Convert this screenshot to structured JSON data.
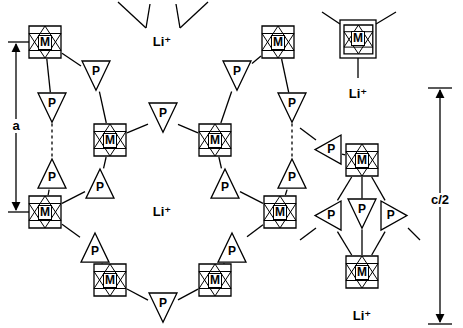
{
  "diagram": {
    "nodes": [
      {
        "text": [
          "M"
        ]
      },
      {
        "text": [
          "M"
        ]
      },
      {
        "text": [
          "P"
        ]
      },
      {
        "text": [
          "P"
        ]
      },
      {
        "text": [
          "P"
        ]
      },
      {
        "text": [
          "P"
        ]
      },
      {
        "text": [
          "P"
        ]
      },
      {
        "text": [
          "M"
        ]
      },
      {
        "text": [
          "M"
        ]
      },
      {
        "text": [
          "P"
        ]
      },
      {
        "text": [
          "P"
        ]
      },
      {
        "text": [
          "P"
        ]
      },
      {
        "text": [
          "P"
        ]
      },
      {
        "text": [
          "M"
        ]
      },
      {
        "text": [
          "M"
        ]
      },
      {
        "text": [
          "P"
        ]
      },
      {
        "text": [
          "P"
        ]
      },
      {
        "text": [
          "M"
        ]
      },
      {
        "text": [
          "M"
        ]
      },
      {
        "text": [
          "P"
        ]
      },
      {
        "text": [
          "M"
        ]
      },
      {
        "text": [
          "P"
        ]
      },
      {
        "text": [
          "M"
        ]
      },
      {
        "text": [
          "P"
        ]
      },
      {
        "text": [
          "P"
        ]
      },
      {
        "text": [
          "P"
        ]
      },
      {
        "text": [
          "M"
        ]
      }
    ],
    "edges": [
      {
        "from": 0,
        "to": 2,
        "arrow": "none"
      },
      {
        "from": 2,
        "to": 7,
        "arrow": "none"
      },
      {
        "from": 1,
        "to": 3,
        "arrow": "none"
      },
      {
        "from": 3,
        "to": 8,
        "arrow": "none"
      },
      {
        "from": 7,
        "to": 5,
        "arrow": "none"
      },
      {
        "from": 5,
        "to": 8,
        "arrow": "none"
      },
      {
        "from": 7,
        "to": 10,
        "arrow": "none"
      },
      {
        "from": 8,
        "to": 11,
        "arrow": "none"
      },
      {
        "from": 10,
        "to": 13,
        "arrow": "none"
      },
      {
        "from": 11,
        "to": 14,
        "arrow": "none"
      },
      {
        "from": 4,
        "to": 9,
        "arrow": "none"
      },
      {
        "from": 6,
        "to": 12,
        "arrow": "none"
      },
      {
        "from": 13,
        "to": 15,
        "arrow": "none"
      },
      {
        "from": 15,
        "to": 17,
        "arrow": "none"
      },
      {
        "from": 14,
        "to": 16,
        "arrow": "none"
      },
      {
        "from": 16,
        "to": 18,
        "arrow": "none"
      },
      {
        "from": 17,
        "to": 19,
        "arrow": "none"
      },
      {
        "from": 19,
        "to": 18,
        "arrow": "none"
      },
      {
        "from": 0,
        "to": 4,
        "arrow": "none"
      },
      {
        "from": 1,
        "to": 6,
        "arrow": "none"
      },
      {
        "from": 9,
        "to": 13,
        "arrow": "none"
      },
      {
        "from": 12,
        "to": 14,
        "arrow": "none"
      },
      {
        "from": 21,
        "to": 22,
        "arrow": "none"
      },
      {
        "from": 22,
        "to": 23,
        "arrow": "none"
      },
      {
        "from": 22,
        "to": 24,
        "arrow": "none"
      },
      {
        "from": 22,
        "to": 25,
        "arrow": "none"
      },
      {
        "from": 23,
        "to": 26,
        "arrow": "none"
      },
      {
        "from": 24,
        "to": 26,
        "arrow": "none"
      },
      {
        "from": 25,
        "to": 26,
        "arrow": "none"
      }
    ],
    "labels": [
      "Li⁺",
      "Li⁺",
      "Li⁺",
      "Li⁺",
      "a",
      "c/2"
    ]
  }
}
